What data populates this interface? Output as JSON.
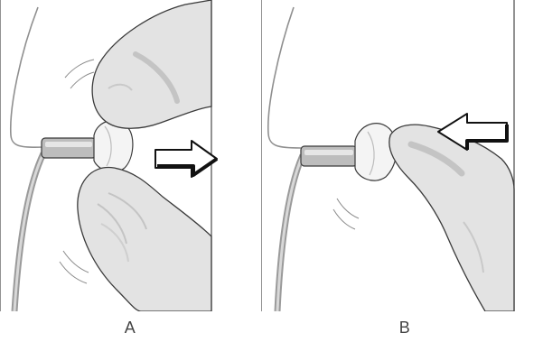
{
  "panels": [
    {
      "id": "A",
      "caption": "A",
      "arrow_direction": "right"
    },
    {
      "id": "B",
      "caption": "B",
      "arrow_direction": "left"
    }
  ],
  "colors": {
    "glove_fill": "#e3e3e3",
    "glove_shadow": "#c9c9c9",
    "glove_outline": "#3a3a3a",
    "tube": "#a9a9a9",
    "dome": "#f4f4f4",
    "arrow": "#111111"
  },
  "icons": [
    "arrow-right-icon",
    "arrow-left-icon"
  ]
}
